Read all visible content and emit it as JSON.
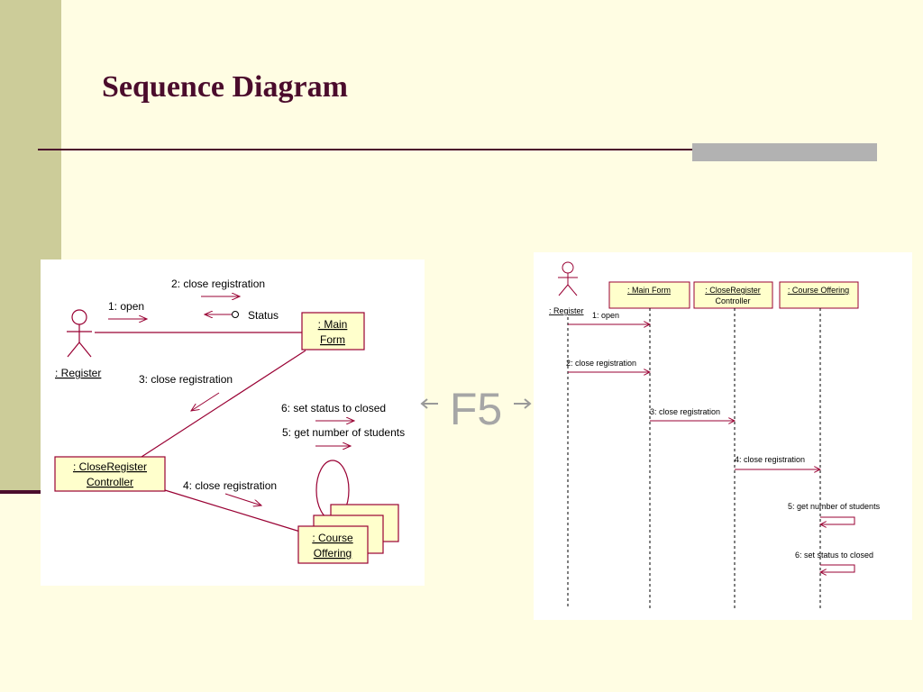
{
  "slide": {
    "title": "Sequence Diagram",
    "keyboard_hint": "F5"
  },
  "collaboration_diagram": {
    "actor": ": Register",
    "objects": {
      "main_form": [
        ": Main",
        "Form"
      ],
      "controller": [
        ": CloseRegister",
        "Controller"
      ],
      "course_offering": [
        ": Course",
        "Offering"
      ]
    },
    "messages": {
      "m1": "1: open",
      "m2": "2: close registration",
      "status": "Status",
      "m3": "3: close registration",
      "m4": "4: close registration",
      "m5": "5: get number of students",
      "m6": "6: set status to closed"
    }
  },
  "sequence_diagram": {
    "actor": ": Register",
    "objects": {
      "main_form": ": Main Form",
      "controller": [
        ": CloseRegister",
        "Controller"
      ],
      "course_offering": ": Course Offering"
    },
    "messages": {
      "m1": "1:  open",
      "m2": "2:  close registration",
      "m3": "3:  close registration",
      "m4": "4:  close registration",
      "m5": "5: get number of students",
      "m6": "6: set status to closed"
    }
  },
  "colors": {
    "background": "#fffde3",
    "band": "#cccc99",
    "accent": "#4b0c2c",
    "object_fill": "#ffffcc",
    "object_border": "#990033",
    "message_color": "#990033"
  }
}
